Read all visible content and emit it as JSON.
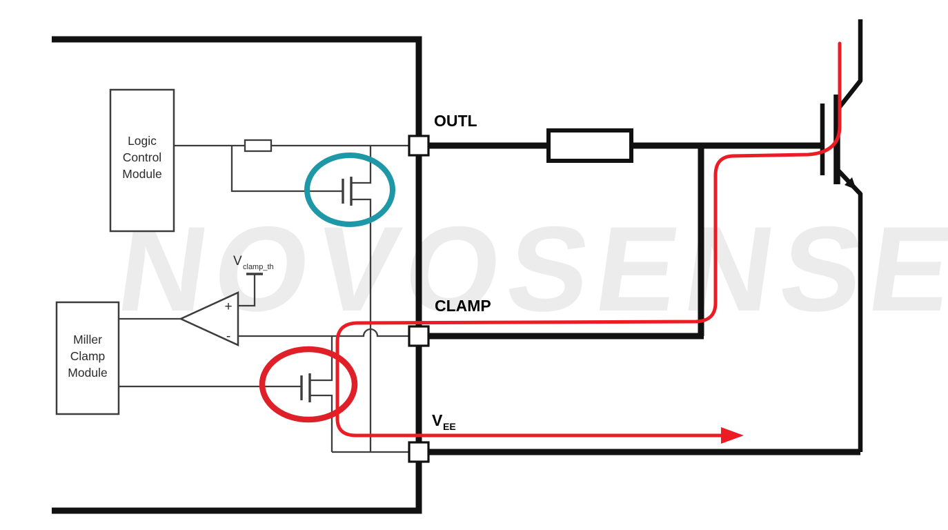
{
  "diagram": {
    "watermark": "NOVOSENSE",
    "logic_module": {
      "line1": "Logic",
      "line2": "Control",
      "line3": "Module"
    },
    "miller_module": {
      "line1": "Miller",
      "line2": "Clamp",
      "line3": "Module"
    },
    "comparator": {
      "plus": "+",
      "minus": "-"
    },
    "threshold": {
      "symbol": "V",
      "subscript": "clamp_th"
    },
    "pins": {
      "outl": "OUTL",
      "clamp": "CLAMP",
      "vee_symbol": "V",
      "vee_subscript": "EE"
    },
    "colors": {
      "wire": "#111111",
      "thin_wire": "#3c3c3c",
      "teal_highlight": "#1e97a6",
      "red_highlight": "#e02028",
      "red_path": "#ec1c24",
      "watermark": "#ececec"
    }
  }
}
